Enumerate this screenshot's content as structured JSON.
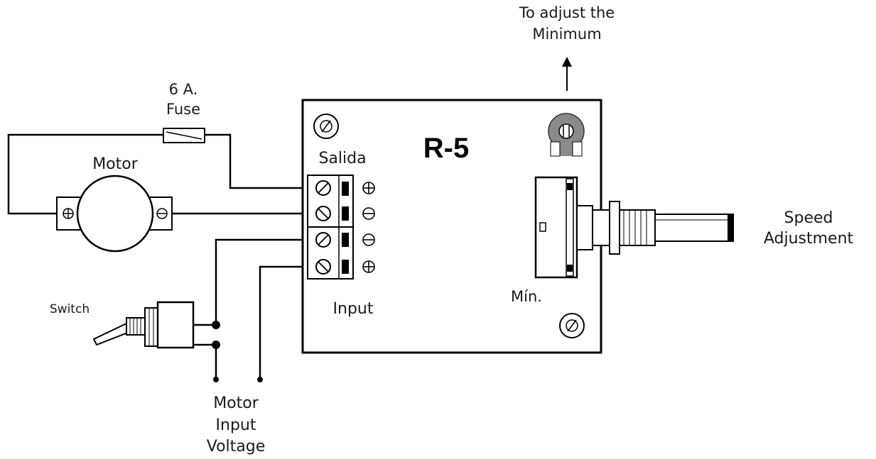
{
  "labels": {
    "fuse": [
      "6 A.",
      "Fuse"
    ],
    "motor": "Motor",
    "board_title": "R-5",
    "salida": "Salida",
    "input": "Input",
    "min": "Mín.",
    "adjust_min": [
      "To adjust the",
      "Minimum"
    ],
    "speed": [
      "Speed",
      "Adjustment"
    ],
    "switch": "Switch",
    "motor_input_voltage": [
      "Motor",
      "Input",
      "Voltage"
    ]
  },
  "terminals": {
    "polarity": [
      "+",
      "−",
      "−",
      "+"
    ]
  }
}
